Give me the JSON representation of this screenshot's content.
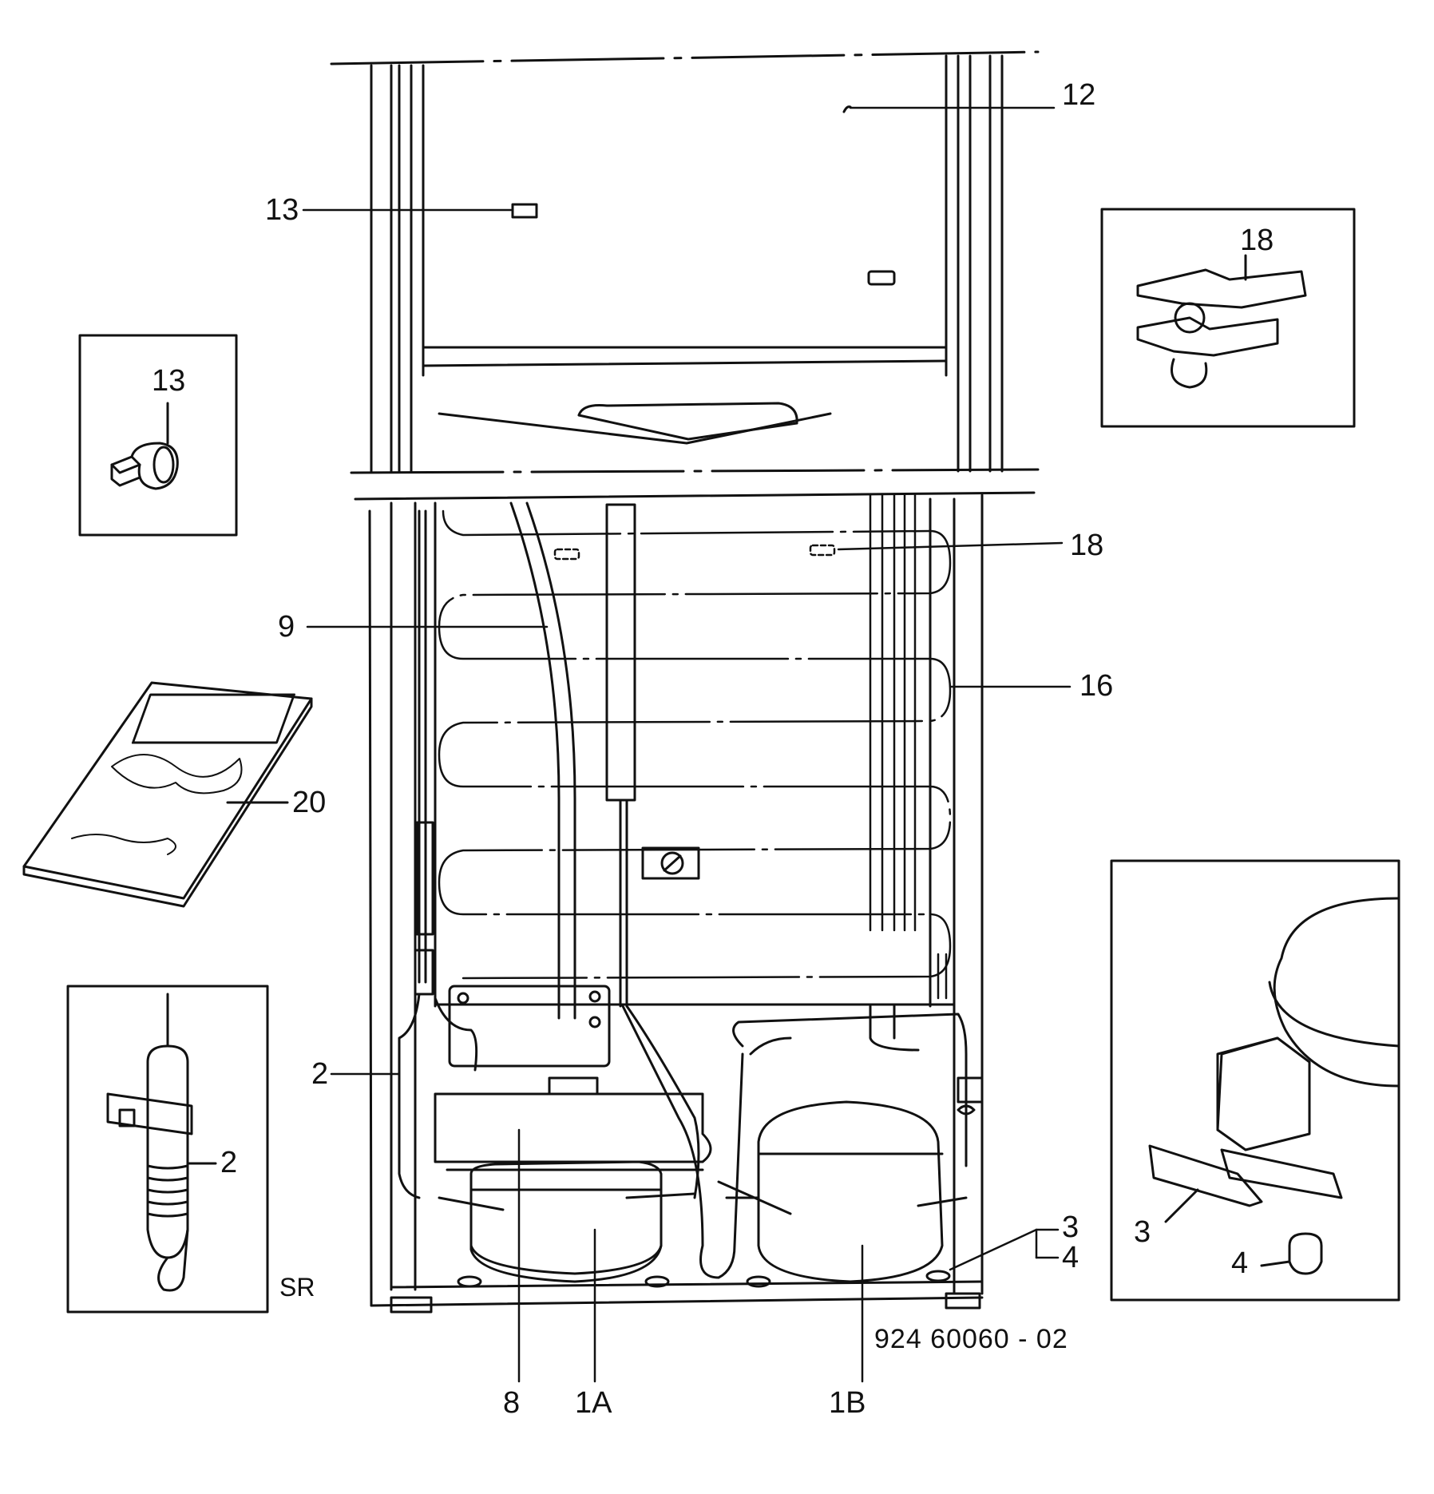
{
  "callouts": {
    "c12": "12",
    "c13_main": "13",
    "c13_detail": "13",
    "c18_detail": "18",
    "c18_main": "18",
    "c9": "9",
    "c16": "16",
    "c20": "20",
    "c2_main": "2",
    "c2_detail": "2",
    "sr": "SR",
    "c3_main": "3",
    "c4_main": "4",
    "c3_detail": "3",
    "c4_detail": "4",
    "c8": "8",
    "c1a": "1A",
    "c1b": "1B"
  },
  "drawing_code": "924 60060 - 02",
  "colors": {
    "ink": "#111111",
    "paper": "#ffffff"
  }
}
